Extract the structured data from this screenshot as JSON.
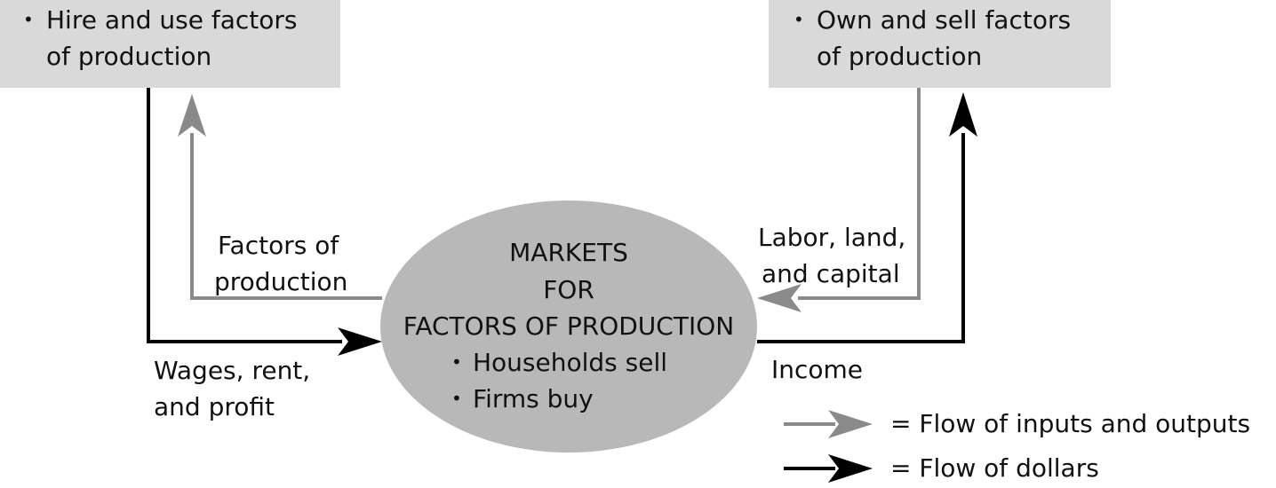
{
  "firms_box": {
    "bullet": "•",
    "line1": "Hire and use factors",
    "line2": "of production"
  },
  "households_box": {
    "bullet": "•",
    "line1": "Own and sell factors",
    "line2": "of production"
  },
  "market": {
    "line1": "MARKETS",
    "line2": "FOR",
    "line3": "FACTORS OF PRODUCTION",
    "bullet1": "Households sell",
    "bullet2": "Firms buy",
    "bullet": "•"
  },
  "labels": {
    "factors_line1": "Factors of",
    "factors_line2": "production",
    "wages_line1": "Wages, rent,",
    "wages_line2": "and profit",
    "labor_line1": "Labor, land,",
    "labor_line2": "and capital",
    "income": "Income"
  },
  "legend": {
    "inputs": "= Flow of inputs  and outputs",
    "dollars": "= Flow of dollars"
  },
  "colors": {
    "box_fill": "#d9d9d9",
    "ellipse_fill": "#b8b8b8",
    "goods_flow": "#8a8a8a",
    "money_flow": "#000000"
  }
}
